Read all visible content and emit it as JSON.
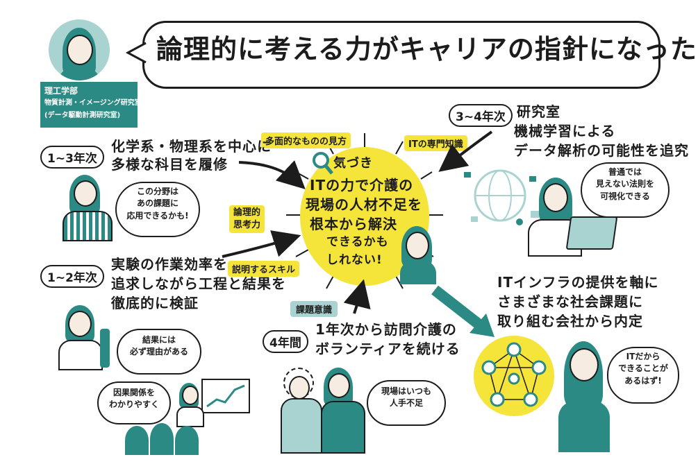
{
  "header": {
    "headline": "論理的に考える力がキャリアの指針になった!",
    "dept_line1": "理工学部",
    "dept_line2": "物質計測・イメージング研究室",
    "dept_line3": "(データ駆動計測研究室)"
  },
  "center": {
    "tag_kizuki": "気づき",
    "line1": "ITの力で介護の",
    "line2": "現場の人材不足を",
    "line3": "根本から解決",
    "line4": "できるかも",
    "line5": "しれない!"
  },
  "skills": {
    "tamen": "多面的なものの見方",
    "it_senmon": "ITの専門知識",
    "ronri_1": "論理的",
    "ronri_2": "思考力",
    "setsumei": "説明するスキル",
    "kadai": "課題意識"
  },
  "year13": {
    "label": "1~3年次",
    "line1": "化学系・物理系を中心に",
    "line2": "多様な科目を履修",
    "thought1": "この分野は",
    "thought2": "あの課題に",
    "thought3": "応用できるかも!"
  },
  "year12": {
    "label": "1~2年次",
    "line1": "実験の作業効率を",
    "line2": "追求しながら工程と結果を",
    "line3": "徹底的に検証",
    "thought1": "結果には",
    "thought2": "必ず理由がある",
    "explain1": "因果関係を",
    "explain2": "わかりやすく"
  },
  "year34": {
    "label": "3~4年次",
    "line1": "研究室",
    "line2": "機械学習による",
    "line3": "データ解析の可能性を追究",
    "thought1": "普通では",
    "thought2": "見えない法則を",
    "thought3": "可視化できる"
  },
  "year4": {
    "label": "4年間",
    "line1": "1年次から訪問介護の",
    "line2": "ボランティアを続ける",
    "thought1": "現場はいつも",
    "thought2": "人手不足"
  },
  "result": {
    "line1": "ITインフラの提供を軸に",
    "line2": "さまざまな社会課題に",
    "line3": "取り組む会社から内定",
    "thought1": "ITだから",
    "thought2": "できることが",
    "thought3": "あるはず!"
  },
  "colors": {
    "teal": "#2b8a84",
    "yellow": "#f5e43a",
    "light_teal": "#a9d3d0",
    "ink": "#1c1c1c"
  }
}
